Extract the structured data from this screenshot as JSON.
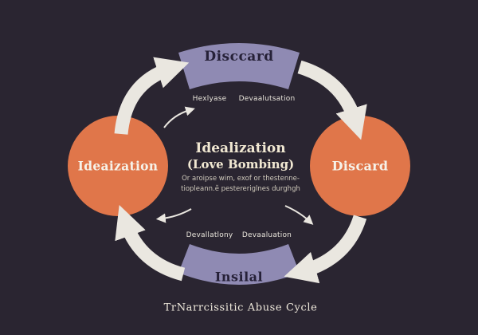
{
  "colors": {
    "background": "#2a2531",
    "band": "#8f8ab3",
    "circle": "#e0764a",
    "arrow": "#eae7e0",
    "dark_text": "#262138",
    "light_text": "#f3efe6",
    "cream_text": "#f1e8d2",
    "muted_text": "#cfc9bb"
  },
  "diagram": {
    "top_band": {
      "label": "Disccard"
    },
    "left_circle": {
      "label": "Ideaization"
    },
    "right_circle": {
      "label": "Discard"
    },
    "bottom_band": {
      "label": "Insilal"
    },
    "center": {
      "title": "Idealization",
      "subtitle": "(Love Bombing)",
      "desc_line1": "Or aroipse wim, exof or thestenne-",
      "desc_line2": "tiopleann.ĕ pestereriglnes durghgh"
    },
    "small_labels": {
      "top_left": "Hexlyase",
      "top_right": "Devaalutsation",
      "bottom_left": "Devallatlony",
      "bottom_right": "Devaaluation"
    },
    "caption": "TrNarrcissitic Abuse Cycle"
  }
}
